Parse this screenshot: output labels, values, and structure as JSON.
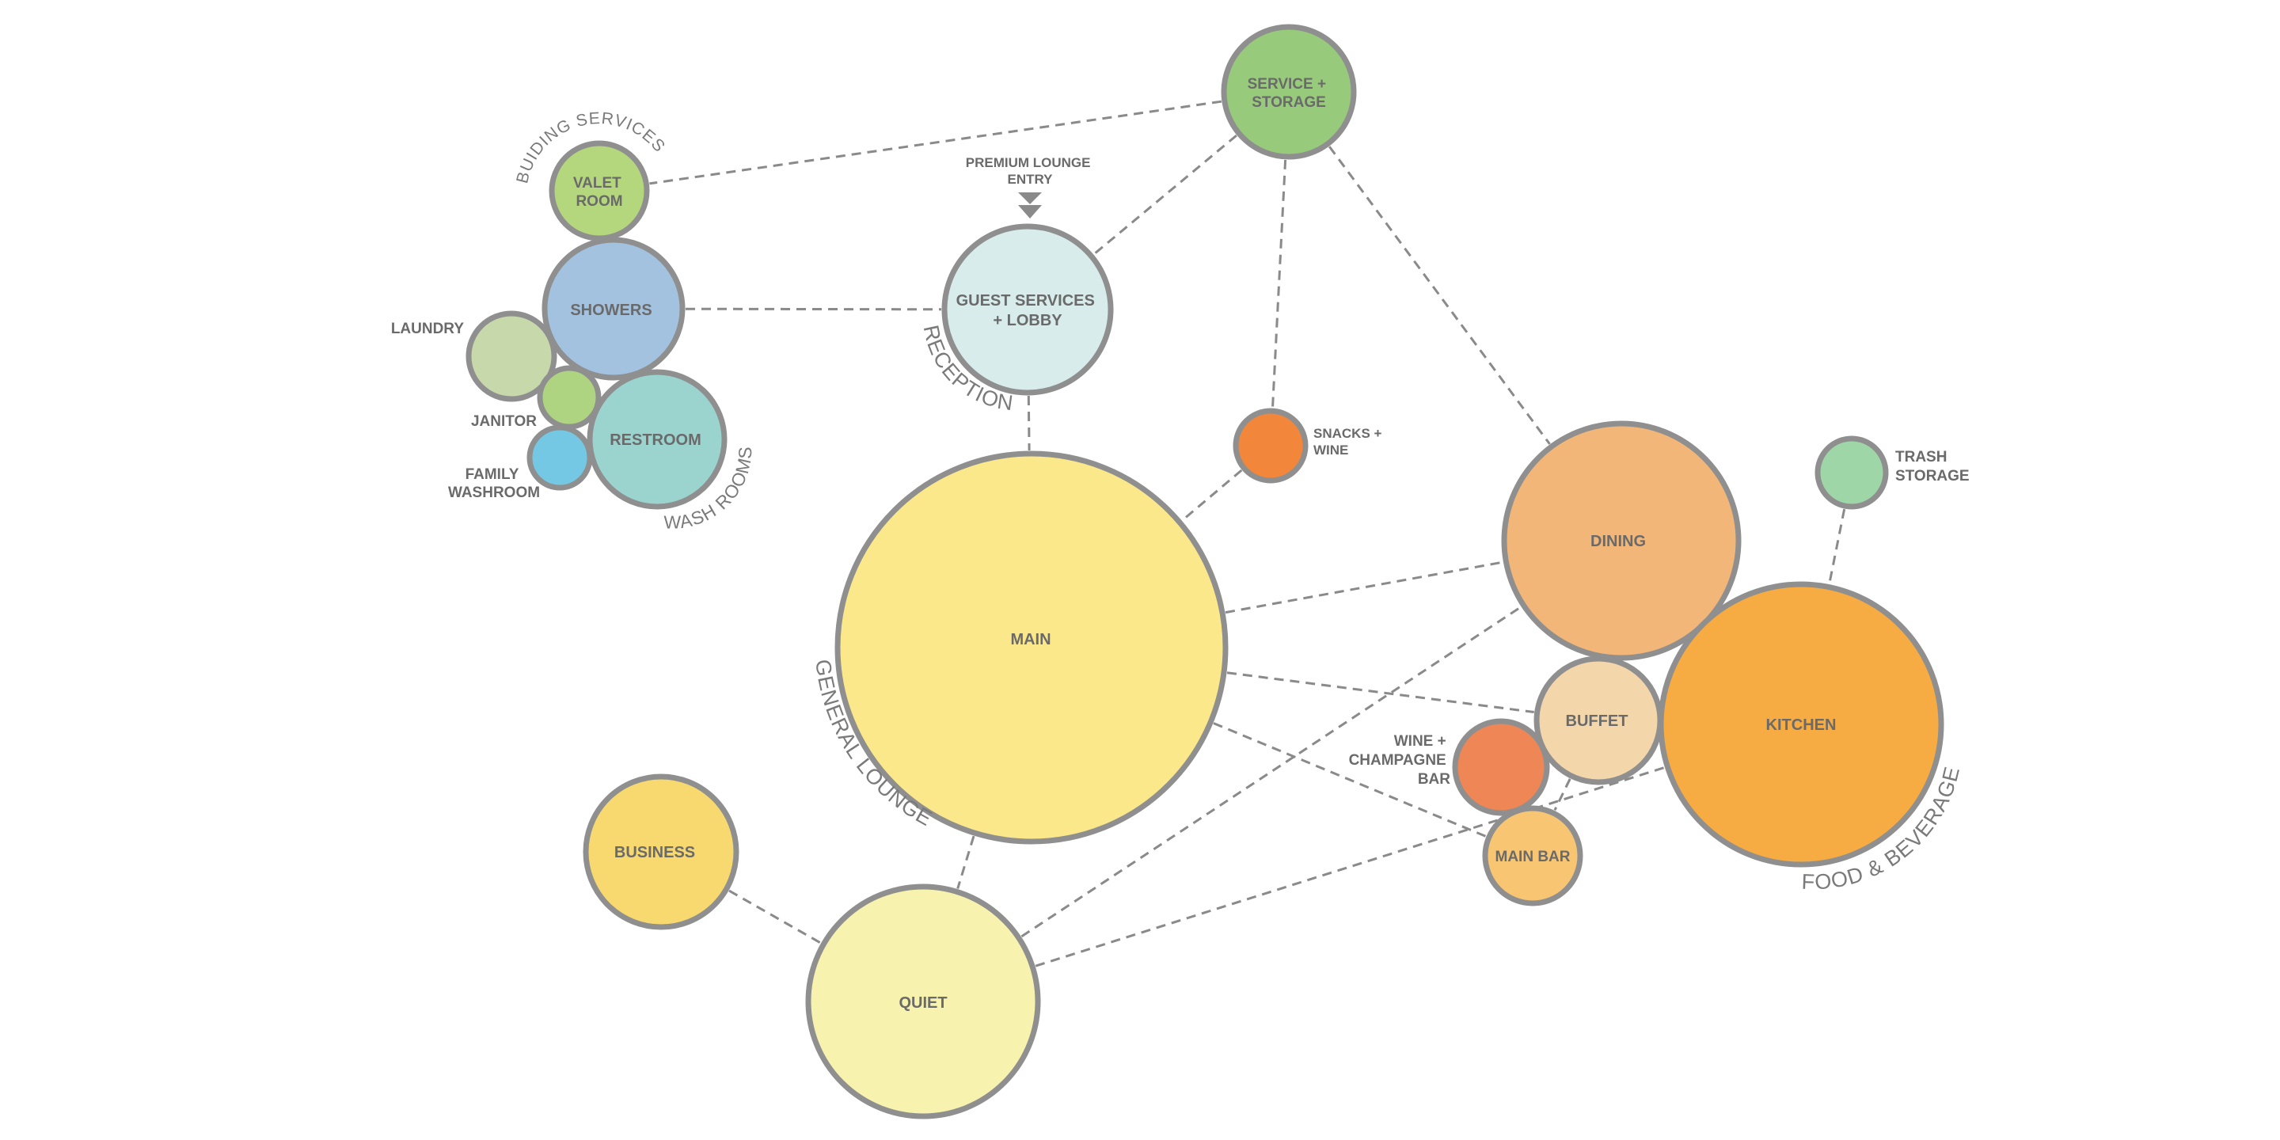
{
  "nodes": {
    "service": {
      "lines": [
        "SERVICE +",
        "STORAGE"
      ],
      "color": "#97cb7b"
    },
    "valet": {
      "lines": [
        "VALET",
        "ROOM"
      ],
      "color": "#b4d67d"
    },
    "showers": {
      "lines": [
        "SHOWERS"
      ],
      "color": "#a3c2e0"
    },
    "laundry": {
      "lines": [
        ""
      ],
      "color": "#c7d8ab"
    },
    "janitor": {
      "lines": [
        ""
      ],
      "color": "#aed482"
    },
    "restroom": {
      "lines": [
        "RESTROOM"
      ],
      "color": "#9bd4cf"
    },
    "family": {
      "lines": [
        ""
      ],
      "color": "#74c8e3"
    },
    "guest": {
      "lines": [
        "GUEST SERVICES",
        "+ LOBBY"
      ],
      "color": "#d8eceb"
    },
    "snacks": {
      "lines": [
        ""
      ],
      "color": "#f2873b"
    },
    "main": {
      "lines": [
        "MAIN"
      ],
      "color": "#fbe88b"
    },
    "business": {
      "lines": [
        "BUSINESS"
      ],
      "color": "#f7d96f"
    },
    "quiet": {
      "lines": [
        "QUIET"
      ],
      "color": "#f7f2ad"
    },
    "dining": {
      "lines": [
        "DINING"
      ],
      "color": "#f2b778"
    },
    "trash": {
      "lines": [
        ""
      ],
      "color": "#9ed6a8"
    },
    "kitchen": {
      "lines": [
        "KITCHEN"
      ],
      "color": "#f6ab43"
    },
    "buffet": {
      "lines": [
        "BUFFET"
      ],
      "color": "#f4d6ab"
    },
    "wine": {
      "lines": [
        ""
      ],
      "color": "#ee8656"
    },
    "mainbar": {
      "lines": [
        "MAIN BAR"
      ],
      "color": "#f8c673"
    }
  },
  "side_labels": {
    "laundry": [
      "LAUNDRY"
    ],
    "janitor": [
      "JANITOR"
    ],
    "family": [
      "FAMILY",
      "WASHROOM"
    ],
    "snacks": [
      "SNACKS +",
      "WINE"
    ],
    "trash": [
      "TRASH",
      "STORAGE"
    ],
    "wine": [
      "WINE +",
      "CHAMPAGNE",
      "BAR"
    ],
    "entry": [
      "PREMIUM LOUNGE",
      "ENTRY"
    ]
  },
  "groups": {
    "building_services": "BUIDING SERVICES",
    "wash_rooms": "WASH ROOMS",
    "reception": "RECEPTION",
    "general_lounge": "GENERAL LOUNGE",
    "food_beverage": "FOOD & BEVERAGE"
  },
  "links": [
    [
      "service",
      "valet"
    ],
    [
      "service",
      "guest"
    ],
    [
      "service",
      "snacks"
    ],
    [
      "service",
      "dining"
    ],
    [
      "showers",
      "guest"
    ],
    [
      "guest",
      "main"
    ],
    [
      "snacks",
      "main"
    ],
    [
      "main",
      "dining"
    ],
    [
      "main",
      "buffet"
    ],
    [
      "main",
      "mainbar"
    ],
    [
      "main",
      "quiet"
    ],
    [
      "business",
      "quiet"
    ],
    [
      "quiet",
      "dining"
    ],
    [
      "quiet",
      "kitchen"
    ],
    [
      "trash",
      "kitchen"
    ],
    [
      "buffet",
      "mainbar"
    ],
    [
      "wine",
      "kitchen"
    ]
  ],
  "colors": {
    "outline": "#8f8f8f",
    "link": "#8a8a8a",
    "text": "#6a6a6a"
  }
}
